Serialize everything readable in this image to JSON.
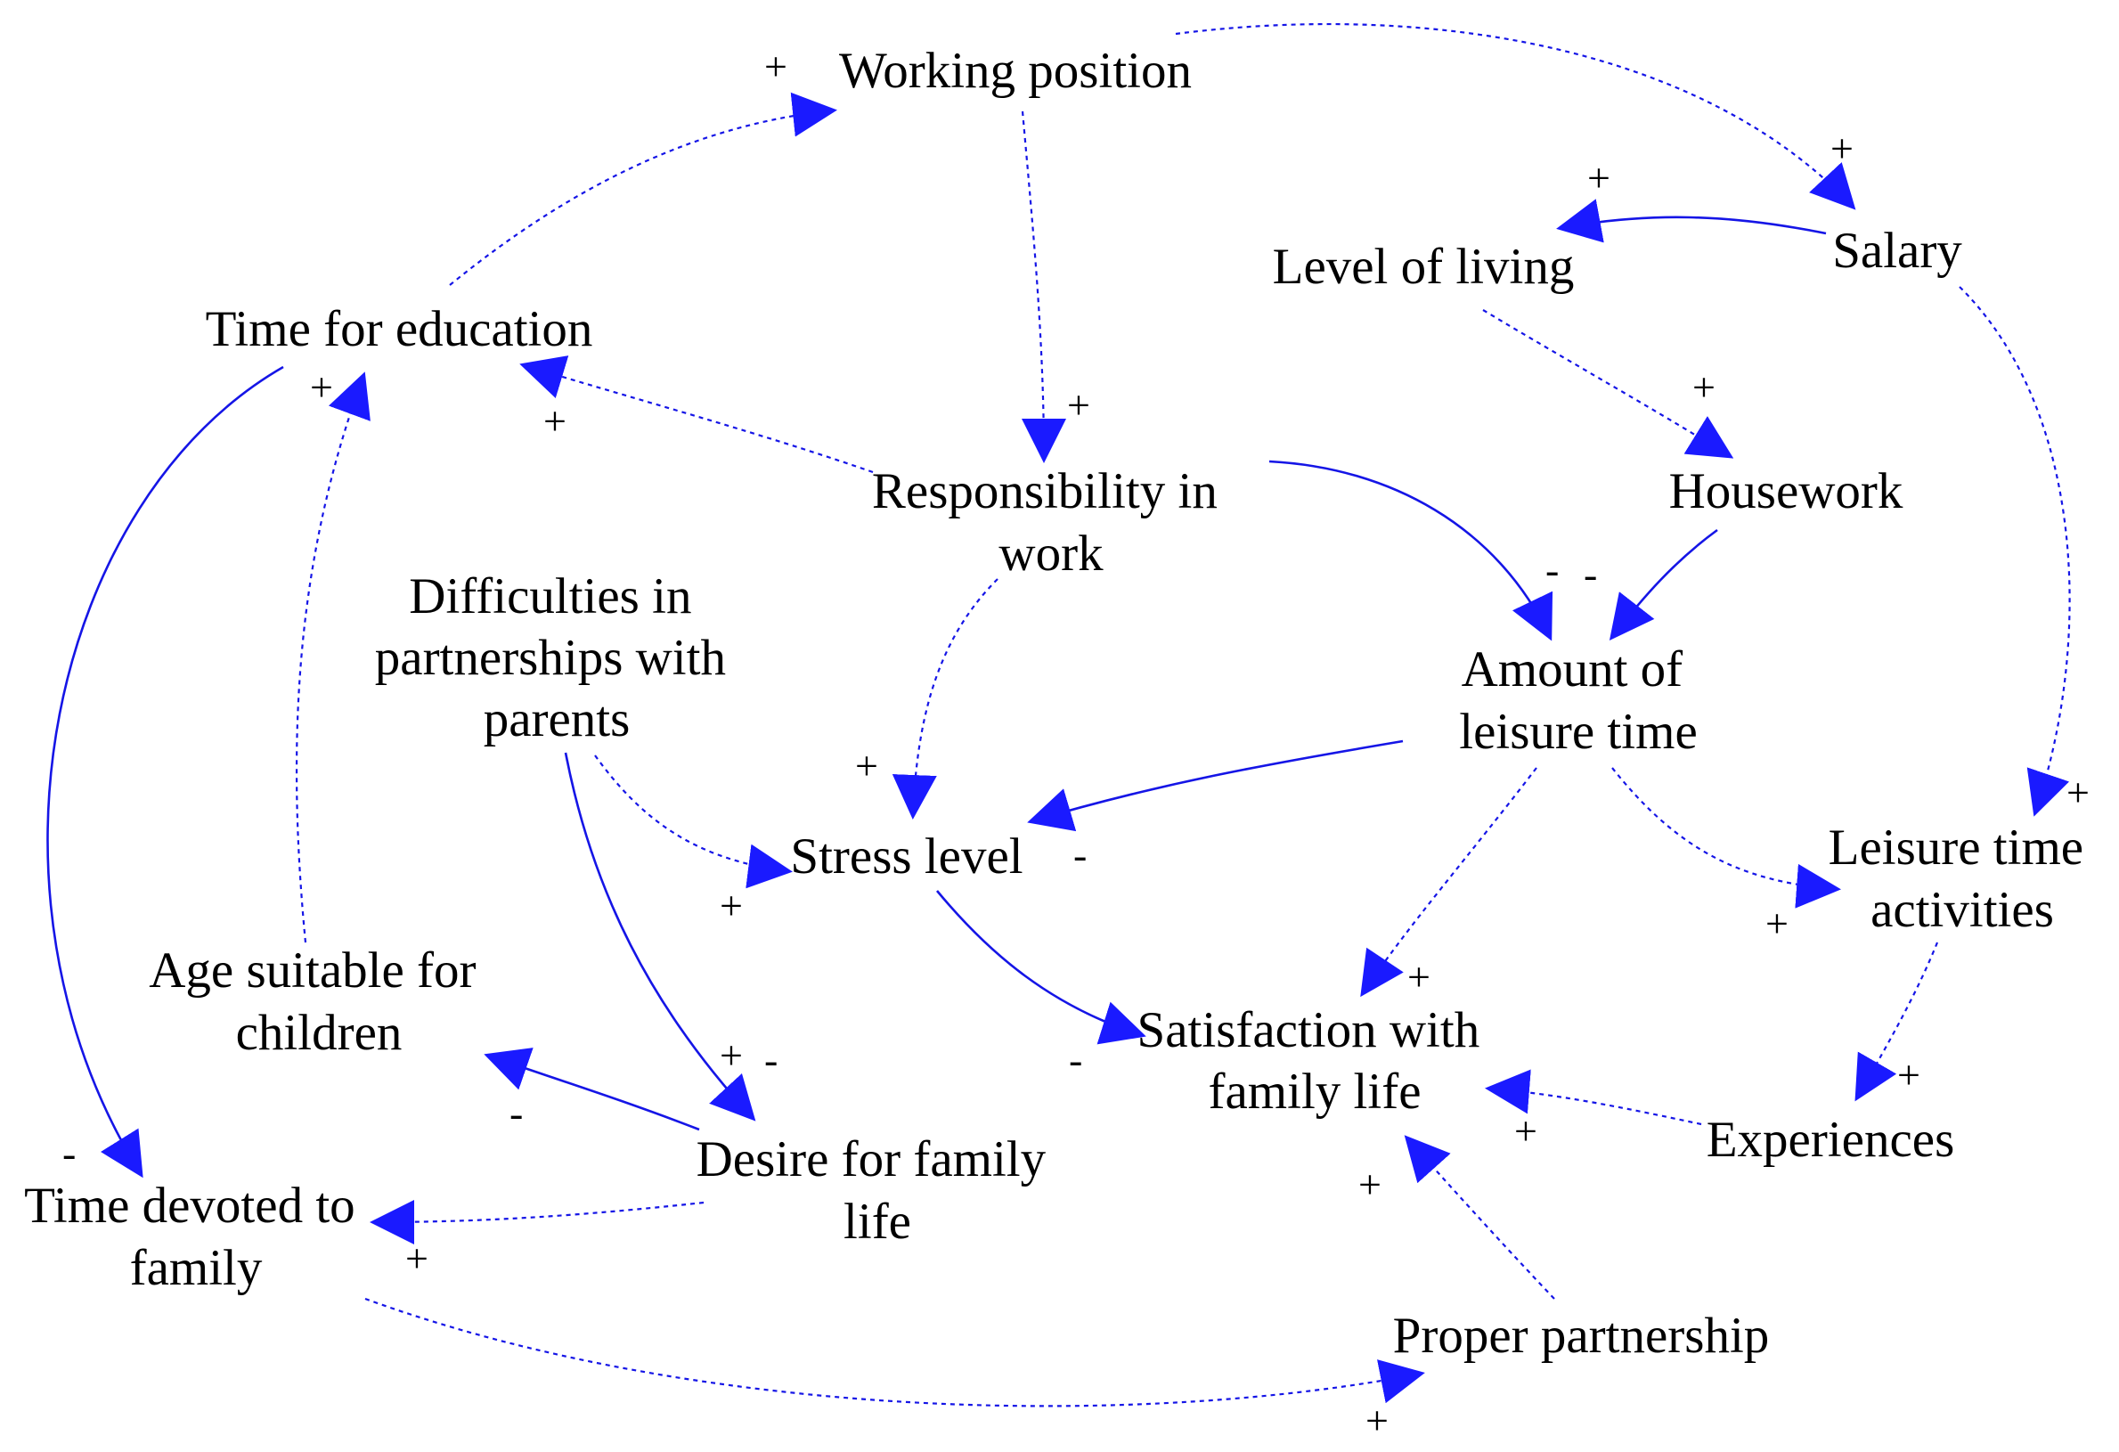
{
  "colors": {
    "link": "#1515e6",
    "arrowhead": "#1a1aff",
    "text": "#000000",
    "background": "#ffffff"
  },
  "nodes": {
    "working_position": [
      "Working position"
    ],
    "salary": [
      "Salary"
    ],
    "level_of_living": [
      "Level of living"
    ],
    "time_for_education": [
      "Time for education"
    ],
    "responsibility_in_work": [
      "Responsibility in",
      "work"
    ],
    "housework": [
      "Housework"
    ],
    "difficulties_partnerships": [
      "Difficulties in",
      "partnerships with",
      "parents"
    ],
    "amount_of_leisure_time": [
      "Amount of",
      "leisure time"
    ],
    "stress_level": [
      "Stress level"
    ],
    "leisure_time_activities": [
      "Leisure time",
      "activities"
    ],
    "age_suitable_for_children": [
      "Age suitable for",
      "children"
    ],
    "satisfaction_with_family_life": [
      "Satisfaction with",
      "family life"
    ],
    "desire_for_family_life": [
      "Desire for family",
      "life"
    ],
    "experiences": [
      "Experiences"
    ],
    "time_devoted_to_family": [
      "Time devoted to",
      "family"
    ],
    "proper_partnership": [
      "Proper partnership"
    ]
  },
  "polarity_labels": [
    "+",
    "+",
    "+",
    "+",
    "+",
    "+",
    "+",
    "-",
    "-",
    "+",
    "+",
    "-",
    "+",
    "+",
    "+",
    "+",
    "-",
    "-",
    "-",
    "+",
    "+",
    "+",
    "-",
    "+",
    "+"
  ]
}
